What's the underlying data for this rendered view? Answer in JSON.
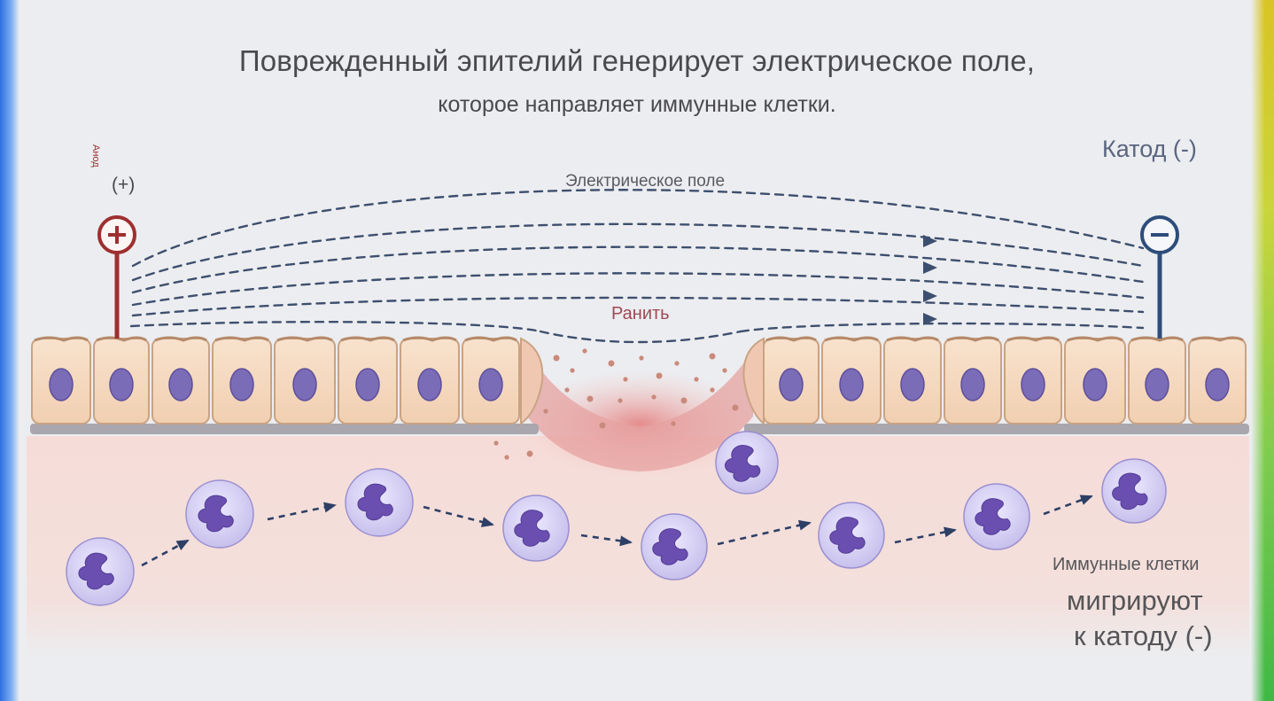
{
  "title": {
    "line1": "Поврежденный эпителий генерирует электрическое поле,",
    "line2": "которое направляет иммунные клетки."
  },
  "labels": {
    "anode_vertical": "Анод",
    "anode_sign": "(+)",
    "cathode": "Катод (-)",
    "field": "Электрическое поле",
    "wound": "Ранить",
    "immune_cells": "Иммунные клетки",
    "migrate_line1": "мигрируют",
    "migrate_line2": "к катоду (-)"
  },
  "colors": {
    "anode": "#9e2f2f",
    "cathode": "#2d4d7a",
    "field_lines": "#3d4f6e",
    "epithelium": "#f5d6bb",
    "nucleus": "#7b6cb8",
    "immune_cell": "#d9d4f2",
    "tissue": "#f3dcd9",
    "wound_label": "#9c4a55",
    "cathode_label": "#5a6580"
  },
  "icons": {
    "anode": "plus-circle-icon",
    "cathode": "minus-circle-icon",
    "migration": "dashed-arrow-icon"
  }
}
